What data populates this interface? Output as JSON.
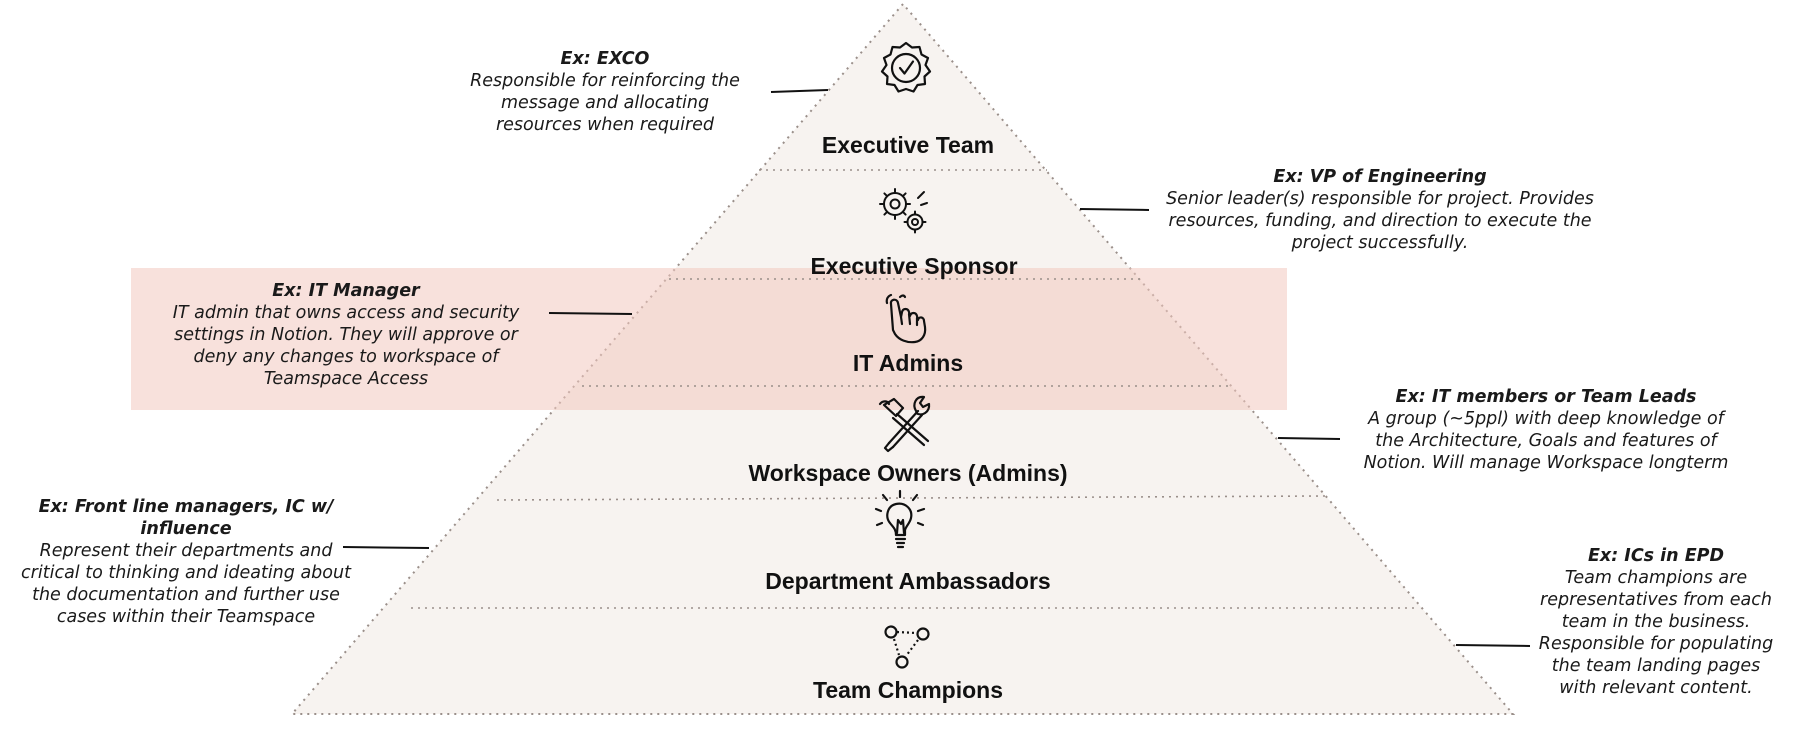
{
  "levels": [
    {
      "title": "Executive Team",
      "icon": "badge-check-icon"
    },
    {
      "title": "Executive Sponsor",
      "icon": "gears-icon"
    },
    {
      "title": "IT Admins",
      "icon": "pointing-hand-icon"
    },
    {
      "title": "Workspace Owners (Admins)",
      "icon": "tools-icon"
    },
    {
      "title": "Department Ambassadors",
      "icon": "lightbulb-icon"
    },
    {
      "title": "Team Champions",
      "icon": "network-triangle-icon"
    }
  ],
  "notes": {
    "exco": {
      "heading": "Ex: EXCO",
      "body": "Responsible for reinforcing the message and allocating resources when required"
    },
    "vp": {
      "heading": "Ex: VP of Engineering",
      "body": "Senior leader(s) responsible for project. Provides resources, funding, and direction to execute the project successfully."
    },
    "it_manager": {
      "heading": "Ex: IT Manager",
      "body": "IT admin that owns access and security settings in Notion. They will approve or deny any changes to workspace of Teamspace Access"
    },
    "it_members": {
      "heading": "Ex: IT members or Team Leads",
      "body": "A group (~5ppl) with deep knowledge of the Architecture, Goals and features of Notion. Will manage Workspace longterm"
    },
    "front_line": {
      "heading": "Ex: Front line managers, IC w/ influence",
      "body": "Represent their departments and critical to thinking and ideating about the documentation and further use cases within their Teamspace"
    },
    "ics": {
      "heading": "Ex: ICs in EPD",
      "body": "Team champions are representatives from each team in the business. Responsible for populating the team landing pages with relevant content."
    }
  },
  "colors": {
    "pyramid_fill": "#f7f3f0",
    "highlight_band": "#f3c9c0",
    "outline": "#9a8f8a",
    "text": "#111111"
  }
}
